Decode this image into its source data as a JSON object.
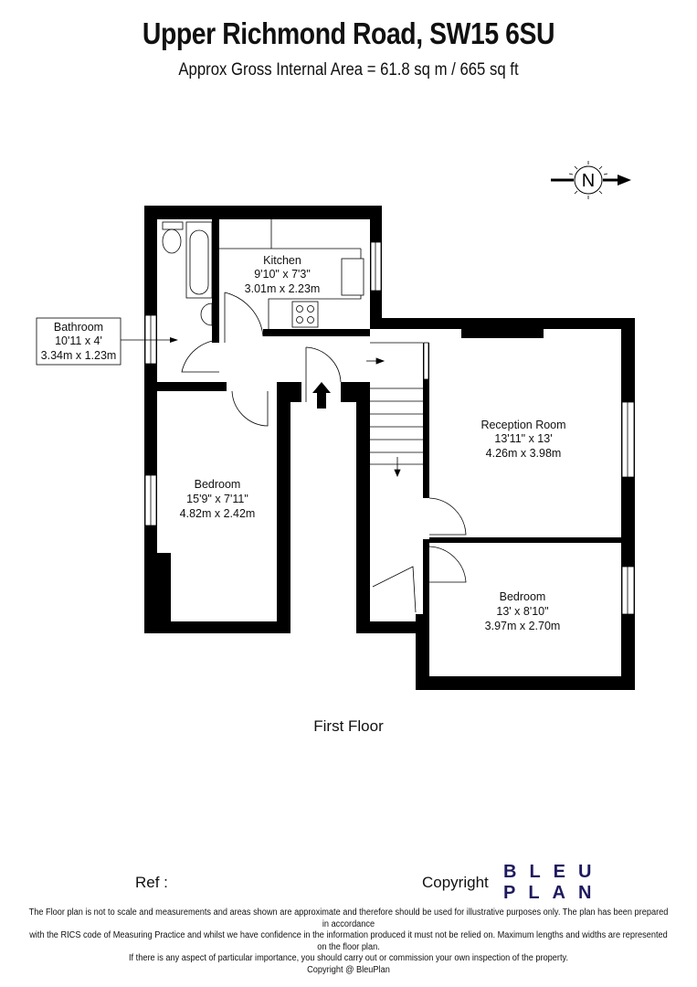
{
  "header": {
    "title": "Upper Richmond Road, SW15 6SU",
    "subtitle": "Approx Gross Internal Area = 61.8 sq m / 665 sq ft"
  },
  "compass": {
    "icon": "north-compass-icon",
    "letter": "N"
  },
  "rooms": {
    "kitchen": {
      "name": "Kitchen",
      "imperial": "9'10\" x 7'3\"",
      "metric": "3.01m x 2.23m"
    },
    "bathroom": {
      "name": "Bathroom",
      "imperial": "10'11 x 4'",
      "metric": "3.34m x 1.23m"
    },
    "bedroom1": {
      "name": "Bedroom",
      "imperial": "15'9\" x 7'11\"",
      "metric": "4.82m x 2.42m"
    },
    "reception": {
      "name": "Reception Room",
      "imperial": "13'11\" x 13'",
      "metric": "4.26m x 3.98m"
    },
    "bedroom2": {
      "name": "Bedroom",
      "imperial": "13' x 8'10\"",
      "metric": "3.97m x 2.70m"
    }
  },
  "floor_label": "First Floor",
  "footer": {
    "ref_label": "Ref  :",
    "copyright_label": "Copyright",
    "logo_line1": "BLEU",
    "logo_line2": "PLAN",
    "logo_color": "#1e1a5e",
    "disclaimer": [
      "The Floor plan is not to scale and measurements and areas shown are approximate and therefore should be used for illustrative purposes only. The plan has been prepared in accordance",
      "with the RICS code of Measuring Practice and whilst we have confidence in the information produced it must not be relied on. Maximum lengths and widths are represented on the floor plan.",
      "If there is any aspect of particular importance, you should carry out or commission your own inspection of the property.",
      "Copyright @ BleuPlan"
    ]
  }
}
